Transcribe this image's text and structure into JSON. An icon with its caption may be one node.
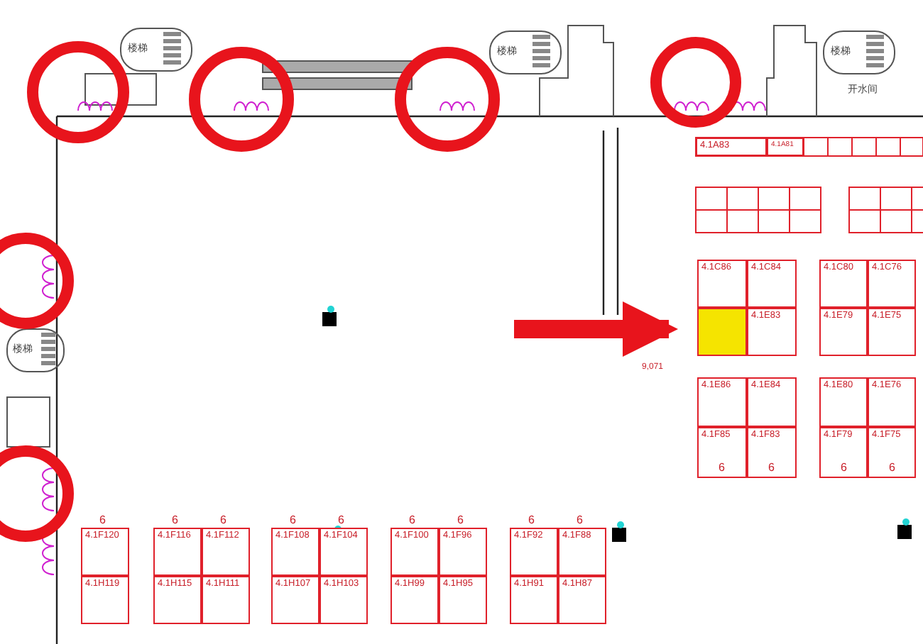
{
  "diagram": {
    "nodes": [
      {
        "text": [
          "4.1A83"
        ]
      },
      {
        "text": [
          "4.1A81"
        ]
      },
      {
        "text": [
          "4.1C86"
        ]
      },
      {
        "text": [
          "4.1C84"
        ]
      },
      {
        "text": [],
        "shape": "box"
      },
      {
        "text": [
          "4.1E83"
        ]
      },
      {
        "text": [
          "4.1C80"
        ]
      },
      {
        "text": [
          "4.1C76"
        ]
      },
      {
        "text": [
          "4.1E79"
        ]
      },
      {
        "text": [
          "4.1E75"
        ]
      },
      {
        "text": [
          "4.1E86"
        ]
      },
      {
        "text": [
          "4.1E84"
        ]
      },
      {
        "text": [
          "4.1F85"
        ]
      },
      {
        "text": [
          "4.1F83"
        ]
      },
      {
        "text": [
          "4.1E80"
        ]
      },
      {
        "text": [
          "4.1E76"
        ]
      },
      {
        "text": [
          "4.1F79"
        ]
      },
      {
        "text": [
          "4.1F75"
        ]
      },
      {
        "text": [
          "4.1F120"
        ]
      },
      {
        "text": [
          "4.1F116"
        ]
      },
      {
        "text": [
          "4.1F112"
        ]
      },
      {
        "text": [
          "4.1F108"
        ]
      },
      {
        "text": [
          "4.1F104"
        ]
      },
      {
        "text": [
          "4.1F100"
        ]
      },
      {
        "text": [
          "4.1F96"
        ]
      },
      {
        "text": [
          "4.1F92"
        ]
      },
      {
        "text": [
          "4.1F88"
        ]
      },
      {
        "text": [
          "4.1H119"
        ]
      },
      {
        "text": [
          "4.1H115"
        ]
      },
      {
        "text": [
          "4.1H111"
        ]
      },
      {
        "text": [
          "4.1H107"
        ]
      },
      {
        "text": [
          "4.1H103"
        ]
      },
      {
        "text": [
          "4.1H99"
        ]
      },
      {
        "text": [
          "4.1H95"
        ]
      },
      {
        "text": [
          "4.1H91"
        ]
      },
      {
        "text": [
          "4.1H87"
        ]
      }
    ],
    "edges": [
      {
        "from": null,
        "to": 4,
        "arrow": "to"
      }
    ],
    "labels": [
      "开水间",
      "楼梯",
      "楼梯",
      "楼梯",
      "楼梯",
      "9,071",
      "6",
      "6",
      "6",
      "6",
      "6",
      "6",
      "6",
      "6",
      "6",
      "6",
      "6",
      "6",
      "6"
    ]
  }
}
